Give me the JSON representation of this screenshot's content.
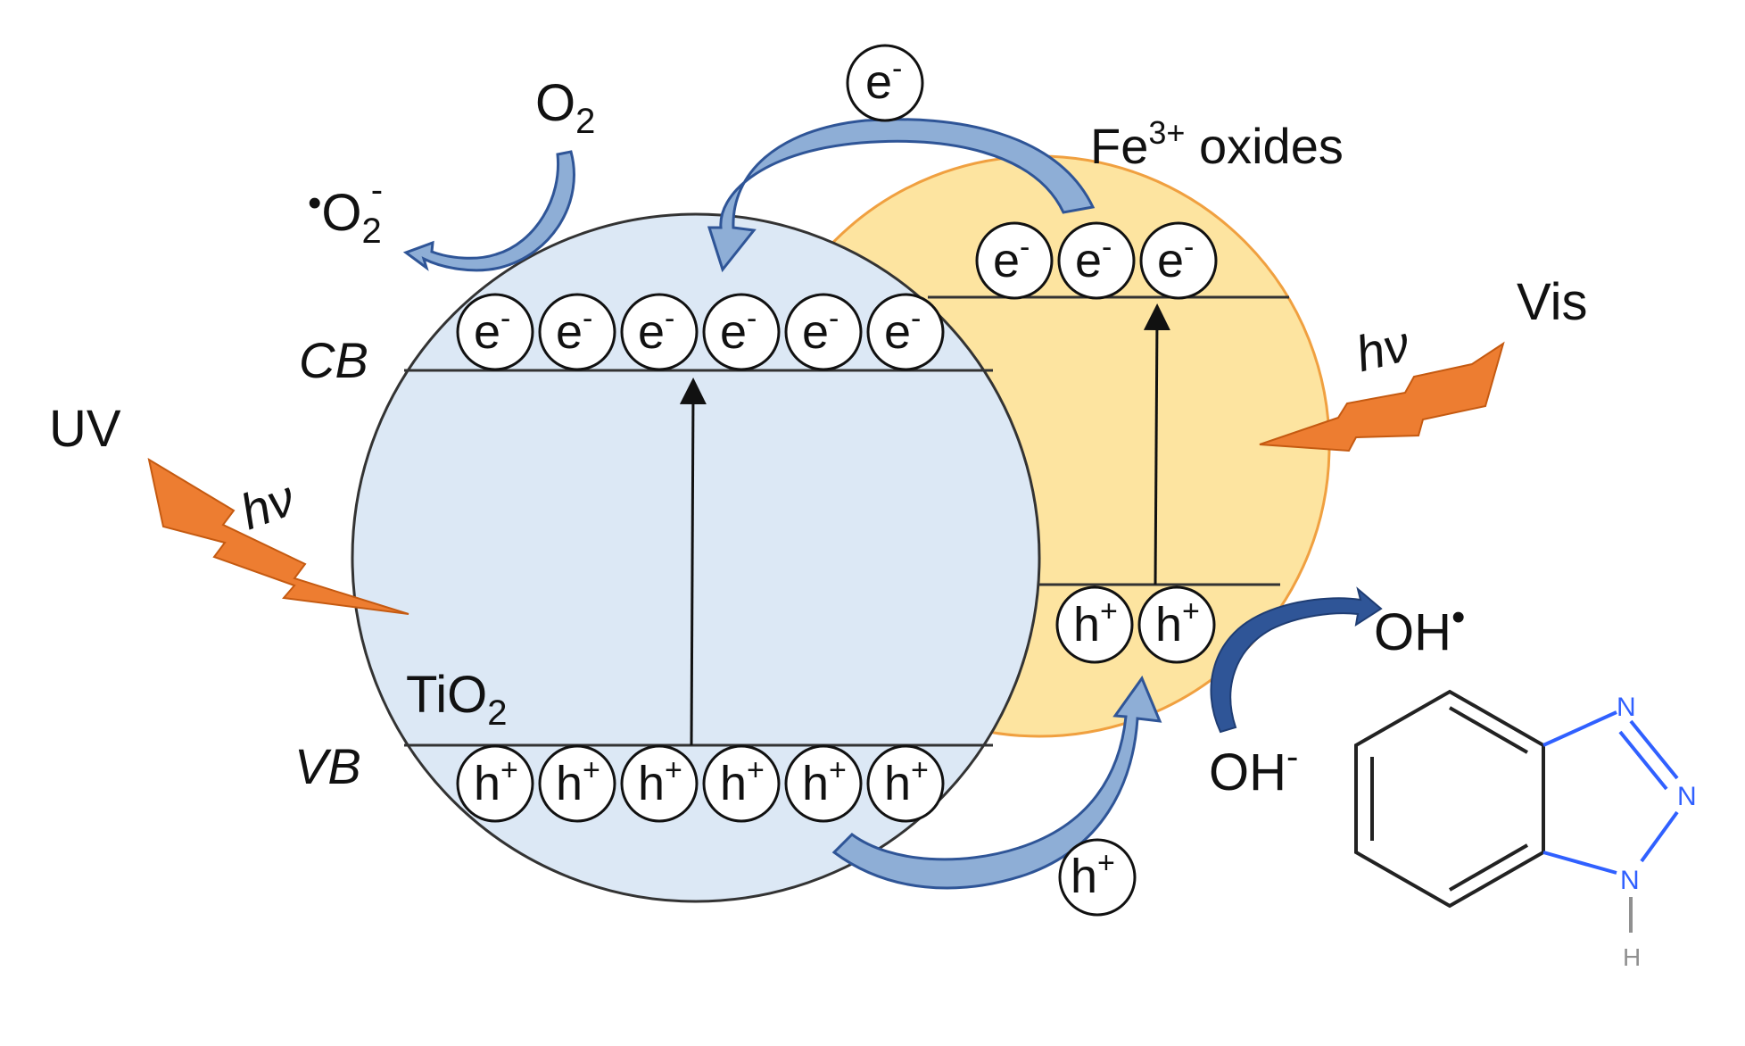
{
  "diagram": {
    "tio2": {
      "label_main": "TiO",
      "label_sub": "2",
      "cb_label": "CB",
      "vb_label": "VB"
    },
    "fe": {
      "label_main": "Fe",
      "label_sup": "3+",
      "label_rest": " oxides"
    },
    "uv": {
      "label": "UV",
      "hv": "hν"
    },
    "vis": {
      "label": "Vis",
      "hv": "hν"
    },
    "oxygen": {
      "main": "O",
      "sub": "2"
    },
    "superoxide": {
      "dot": "•",
      "main": "O",
      "sub": "2",
      "sup": "-"
    },
    "hydroxide": {
      "main": "OH",
      "sup": "-"
    },
    "hydroxyl_radical": {
      "main": "OH",
      "sup": "•"
    },
    "electron": {
      "main": "e",
      "sup": "-"
    },
    "hole": {
      "main": "h",
      "sup": "+"
    },
    "tio2_cb_electron_count": 6,
    "tio2_vb_hole_count": 6,
    "fe_cb_electron_count": 3,
    "fe_vb_hole_count": 2,
    "molecule": {
      "n_label": "N",
      "h_label": "H"
    },
    "colors": {
      "tio2_fill": "#dce8f5",
      "fe_fill": "#fde4a0",
      "fe_stroke": "#f0a040",
      "lightning": "#ed7d31",
      "arrow_fill": "#8eaed6",
      "arrow_stroke": "#2f5597",
      "nitrogen": "#3060ff",
      "hydrogen": "#909090"
    }
  }
}
